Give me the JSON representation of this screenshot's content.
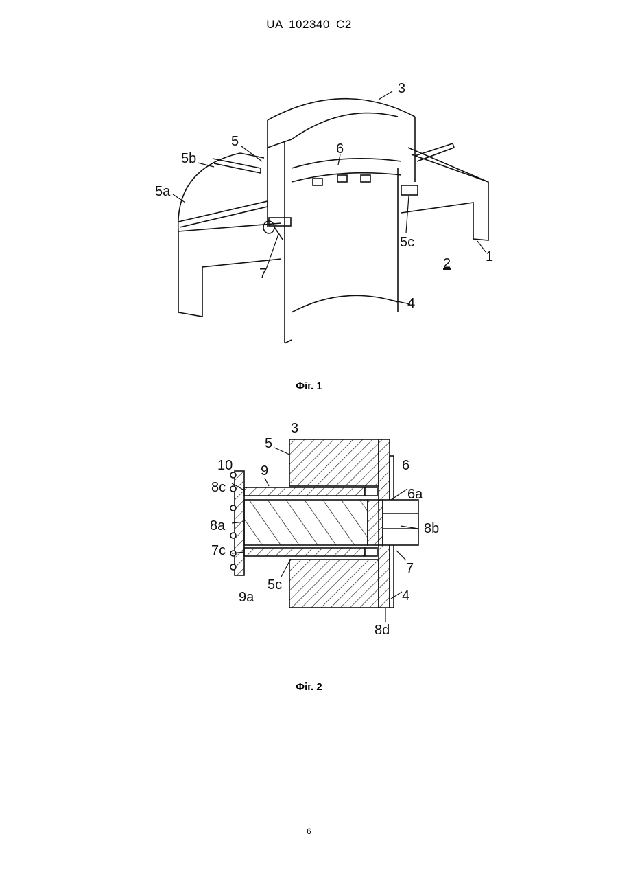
{
  "header": {
    "doc_number": "UA   102340   C2"
  },
  "figure1": {
    "caption": "Фіг. 1",
    "labels": [
      "3",
      "5",
      "5b",
      "5a",
      "6",
      "5c",
      "7",
      "2",
      "1",
      "4"
    ]
  },
  "figure2": {
    "caption": "Фіг. 2",
    "labels": [
      "3",
      "5",
      "6",
      "10",
      "9",
      "8c",
      "6a",
      "8a",
      "8b",
      "7c",
      "7",
      "5c",
      "9a",
      "4",
      "8d"
    ]
  },
  "footer": {
    "page_number": "6"
  }
}
